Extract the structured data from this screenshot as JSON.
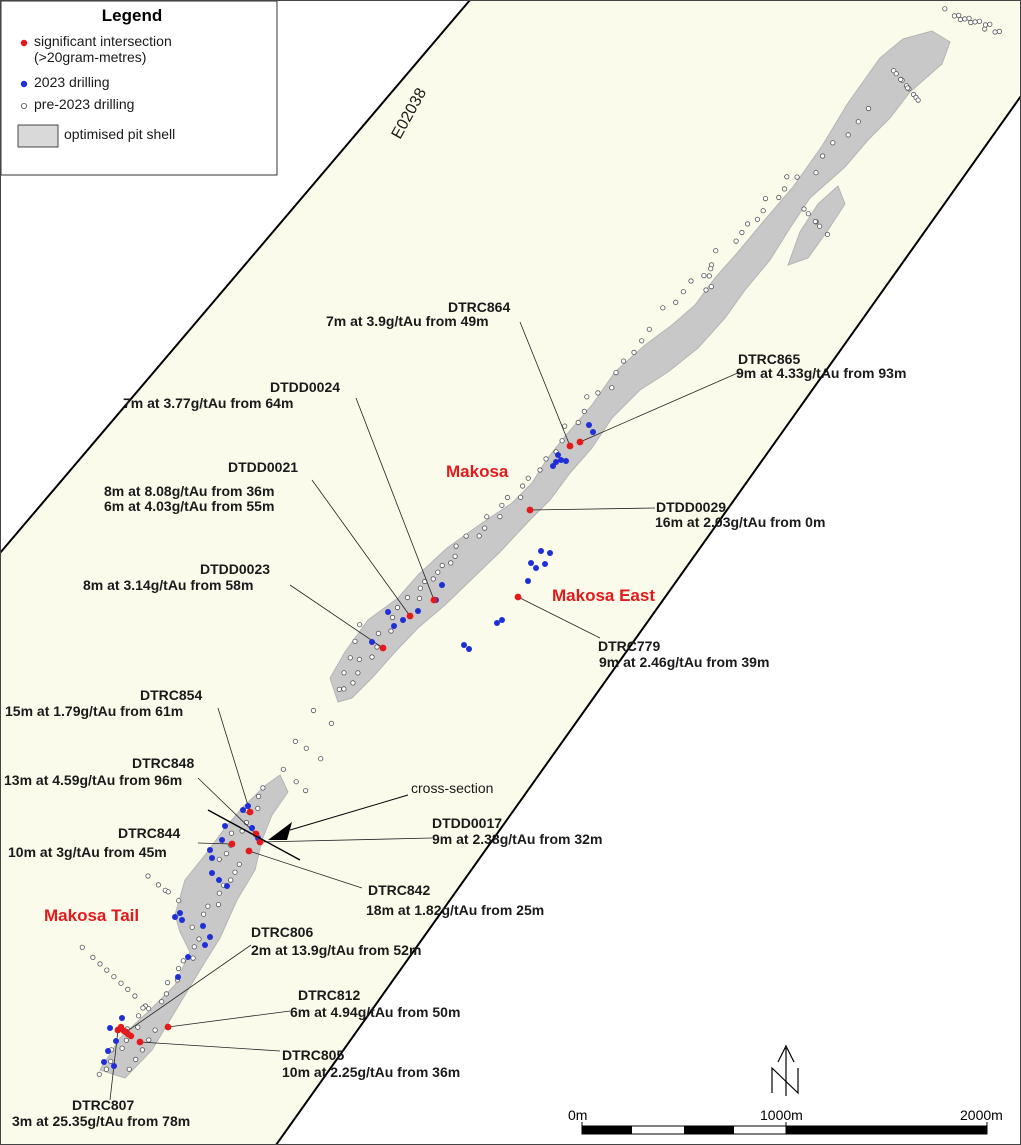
{
  "legend": {
    "title": "Legend",
    "items": [
      {
        "label_lines": [
          "significant intersection",
          "(>20gram-metres)"
        ],
        "symbol": "red-dot-icon"
      },
      {
        "label_lines": [
          "2023 drilling"
        ],
        "symbol": "blue-dot-icon"
      },
      {
        "label_lines": [
          "pre-2023 drilling"
        ],
        "symbol": "open-circle-icon"
      },
      {
        "label_lines": [
          "optimised pit shell"
        ],
        "symbol": "grey-box-icon"
      }
    ]
  },
  "tenement": "E02038",
  "zones": [
    {
      "id": "makosa",
      "name": "Makosa"
    },
    {
      "id": "makosa-east",
      "name": "Makosa East"
    },
    {
      "id": "makosa-tail",
      "name": "Makosa Tail"
    }
  ],
  "cross_section_label": "cross-section",
  "intersections": [
    {
      "id": "DTRC864",
      "text": "7m at 3.9g/tAu from 49m"
    },
    {
      "id": "DTRC865",
      "text": "9m at 4.33g/tAu from 93m"
    },
    {
      "id": "DTDD0024",
      "text": "7m at 3.77g/tAu from 64m"
    },
    {
      "id": "DTDD0021",
      "lines": [
        "8m at 8.08g/tAu from 36m",
        "6m at 4.03g/tAu from 55m"
      ]
    },
    {
      "id": "DTDD0029",
      "text": "16m at 2.03g/tAu from 0m"
    },
    {
      "id": "DTDD0023",
      "text": "8m at 3.14g/tAu from 58m"
    },
    {
      "id": "DTRC779",
      "text": "9m at 2.46g/tAu from 39m"
    },
    {
      "id": "DTRC854",
      "text": "15m at 1.79g/tAu from 61m"
    },
    {
      "id": "DTRC848",
      "text": "13m at 4.59g/tAu from 96m"
    },
    {
      "id": "DTDD0017",
      "text": "9m at 2.38g/tAu from 32m"
    },
    {
      "id": "DTRC844",
      "text": "10m at 3g/tAu from 45m"
    },
    {
      "id": "DTRC842",
      "text": "18m at 1.82g/tAu from 25m"
    },
    {
      "id": "DTRC806",
      "text": "2m at 13.9g/tAu from 52m"
    },
    {
      "id": "DTRC812",
      "text": "6m at 4.94g/tAu from 50m"
    },
    {
      "id": "DTRC805",
      "text": "10m at 2.25g/tAu from 36m"
    },
    {
      "id": "DTRC807",
      "text": "3m at 25.35g/tAu from 78m"
    }
  ],
  "north_arrow": "N",
  "scale_bar": {
    "labels": [
      "0m",
      "1000m",
      "2000m"
    ]
  },
  "colors": {
    "lease_fill": "#fbfbec",
    "pit_shell": "#c8c8c8",
    "significant": "#e31a1c",
    "drill_2023": "#1f2fd6",
    "zone_label": "#e31a1c"
  }
}
